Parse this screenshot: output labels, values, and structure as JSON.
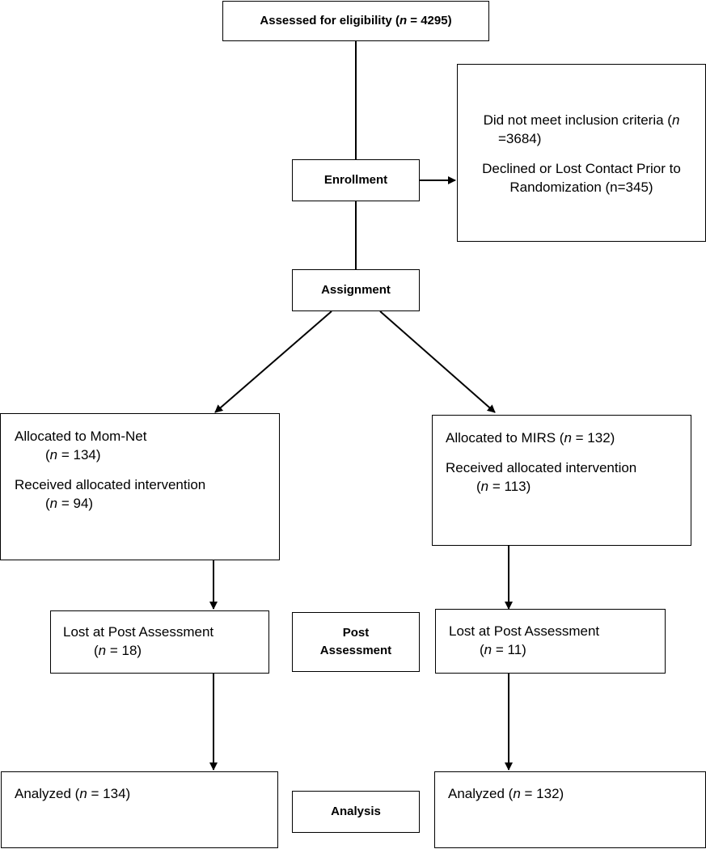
{
  "eligibility": {
    "prefix": "Assessed for eligibility (",
    "n": "n",
    "suffix": " = 4295)"
  },
  "exclusion": {
    "line1": "Did not meet inclusion criteria (",
    "n": "n",
    "line2": "=3684)",
    "line3": "Declined or Lost Contact Prior to",
    "line4": "Randomization (n=345)"
  },
  "stages": {
    "enrollment": "Enrollment",
    "assignment": "Assignment",
    "post_line1": "Post",
    "post_line2": "Assessment",
    "analysis": "Analysis"
  },
  "left": {
    "allocated_label": "Allocated to Mom-Net",
    "allocated_n_rest": " = 134)",
    "received_label": "Received allocated intervention",
    "received_n_rest": " =  94)",
    "lost_label": "Lost at Post Assessment",
    "lost_n_rest": " = 18)",
    "analyzed_prefix": "Analyzed (",
    "analyzed_rest": " = 134)"
  },
  "right": {
    "allocated_label": "Allocated to MIRS (",
    "allocated_rest": " = 132)",
    "received_label": "Received allocated intervention",
    "received_n_rest": " =  113)",
    "lost_label": "Lost at Post Assessment",
    "lost_n_rest": " = 11)",
    "analyzed_prefix": "Analyzed (",
    "analyzed_rest": " = 132)"
  },
  "common": {
    "n": "n",
    "open": "("
  }
}
